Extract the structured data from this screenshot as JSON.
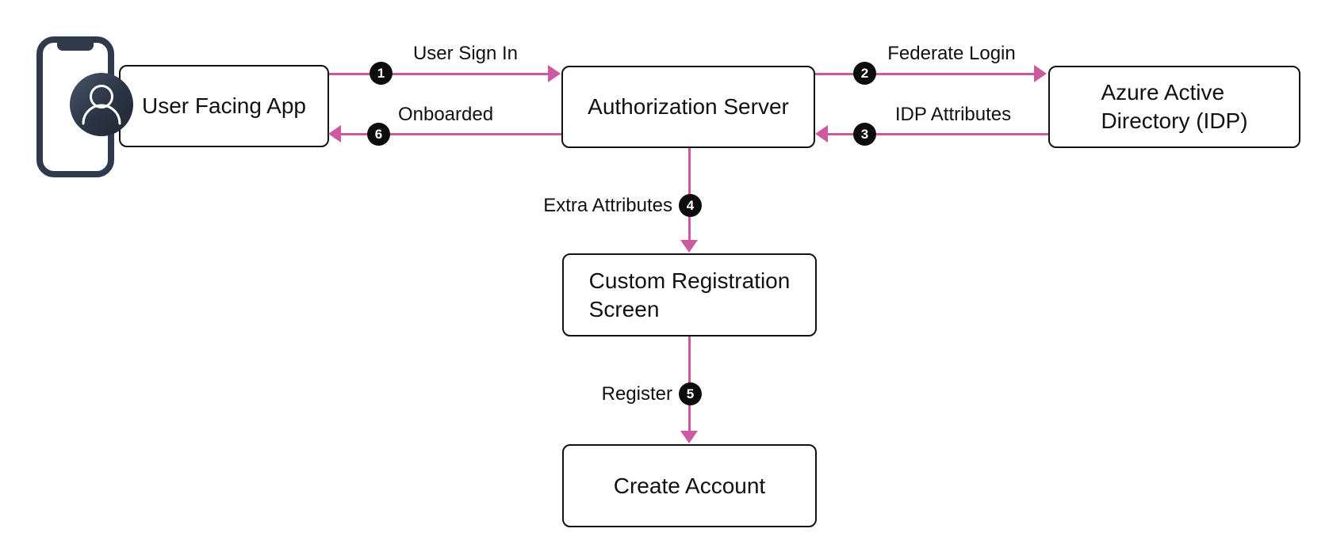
{
  "diagram": {
    "type": "flow-diagram",
    "colors": {
      "arrow": "#cd5aa0",
      "badge_bg": "#0d0d0d",
      "badge_text": "#ffffff",
      "node_border": "#121212",
      "node_bg": "#ffffff",
      "node_text": "#111111",
      "phone_frame": "#303a4a",
      "avatar_gradient_start": "#48546c",
      "avatar_gradient_end": "#1f2733"
    },
    "icons": [
      {
        "name": "phone-icon"
      },
      {
        "name": "user-avatar-icon"
      }
    ]
  },
  "nodes": {
    "user_facing_app": {
      "label": "User Facing App"
    },
    "authorization_server": {
      "label": "Authorization Server"
    },
    "azure_ad": {
      "label": "Azure Active\nDirectory (IDP)"
    },
    "custom_registration": {
      "label": "Custom Registration\nScreen"
    },
    "create_account": {
      "label": "Create Account"
    }
  },
  "edges": [
    {
      "step": "1",
      "label": "User Sign In",
      "from": "user_facing_app",
      "to": "authorization_server",
      "direction": "right"
    },
    {
      "step": "2",
      "label": "Federate Login",
      "from": "authorization_server",
      "to": "azure_ad",
      "direction": "right"
    },
    {
      "step": "3",
      "label": "IDP Attributes",
      "from": "azure_ad",
      "to": "authorization_server",
      "direction": "left"
    },
    {
      "step": "4",
      "label": "Extra Attributes",
      "from": "authorization_server",
      "to": "custom_registration",
      "direction": "down"
    },
    {
      "step": "5",
      "label": "Register",
      "from": "custom_registration",
      "to": "create_account",
      "direction": "down"
    },
    {
      "step": "6",
      "label": "Onboarded",
      "from": "authorization_server",
      "to": "user_facing_app",
      "direction": "left"
    }
  ]
}
